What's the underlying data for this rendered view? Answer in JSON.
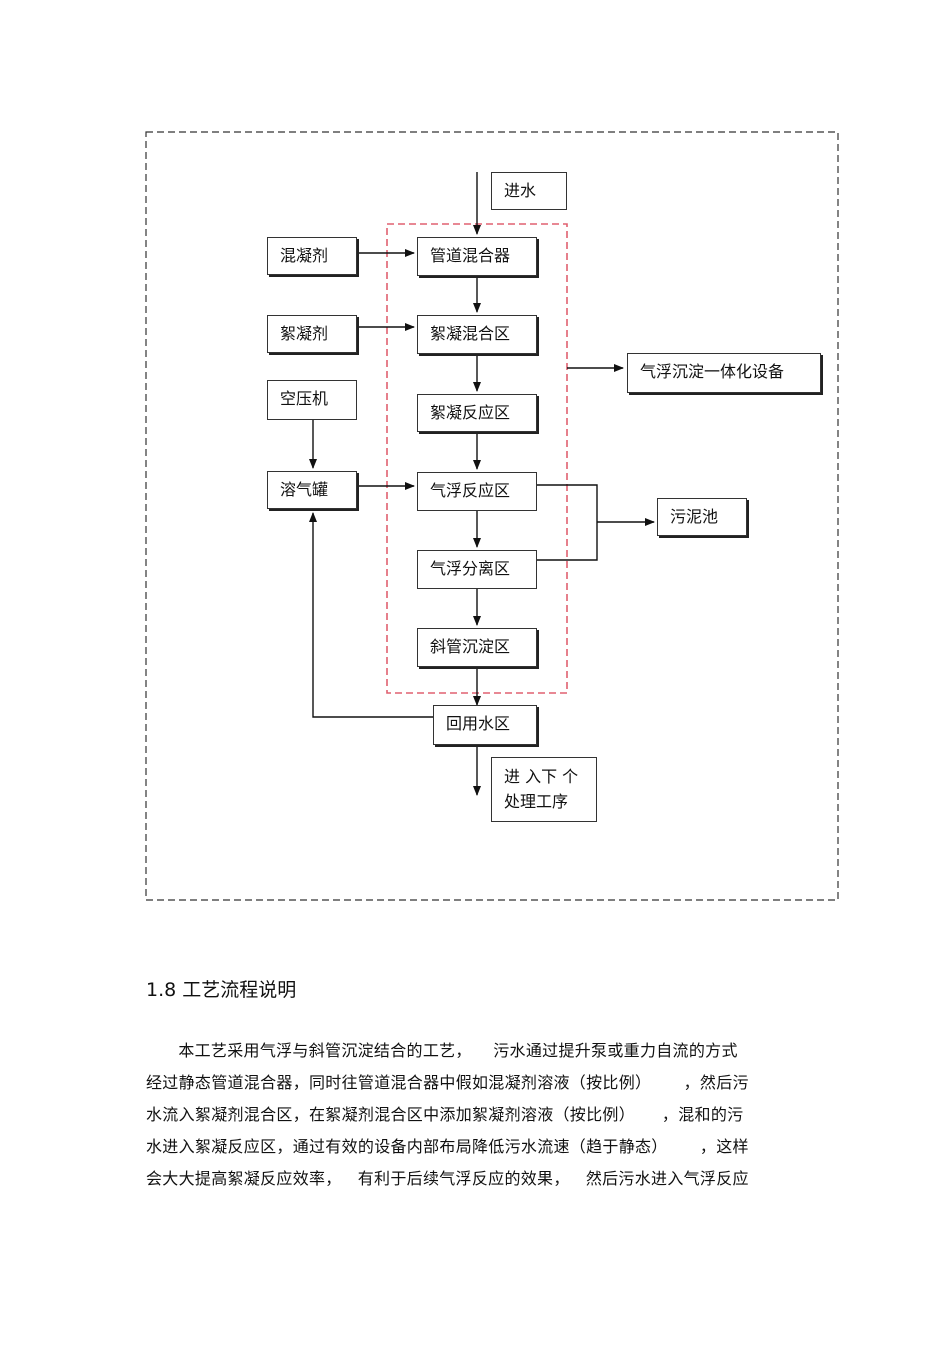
{
  "diagram": {
    "nodes": {
      "inlet": "进水",
      "coagulant": "混凝剂",
      "flocculant": "絮凝剂",
      "air_compressor": "空压机",
      "dissolved_air_tank": "溶气罐",
      "pipe_mixer": "管道混合器",
      "floc_mixing_zone": "絮凝混合区",
      "floc_reaction_zone": "絮凝反应区",
      "float_reaction_zone": "气浮反应区",
      "float_separation_zone": "气浮分离区",
      "inclined_tube_zone": "斜管沉淀区",
      "integrated_equipment": "气浮沉淀一体化设备",
      "sludge_tank": "污泥池",
      "reuse_water_zone": "回用水区",
      "next_process_line1": "进 入下 个",
      "next_process_line2": "处理工序"
    },
    "colors": {
      "integrated_boundary": "#e06070",
      "outer_boundary": "#333333"
    }
  },
  "section": {
    "title": "1.8 工艺流程说明",
    "lines": [
      "      本工艺采用气浮与斜管沉淀结合的工艺，    污水通过提升泵或重力自流的方式",
      "经过静态管道混合器，同时往管道混合器中假如混凝剂溶液（按比例）      ，然后污",
      "水流入絮凝剂混合区，在絮凝剂混合区中添加絮凝剂溶液（按比例）     ，混和的污",
      "水进入絮凝反应区，通过有效的设备内部布局降低污水流速（趋于静态）      ，这样",
      "会大大提高絮凝反应效率，   有利于后续气浮反应的效果，   然后污水进入气浮反应"
    ]
  }
}
